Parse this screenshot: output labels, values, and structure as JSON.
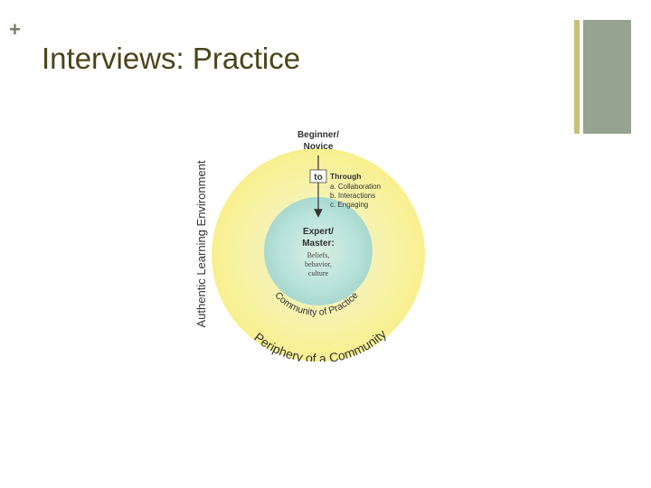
{
  "slide": {
    "plus_symbol": "+",
    "title": "Interviews: Practice"
  },
  "colors": {
    "title": "#4a4418",
    "accent_gold": "#c8c07a",
    "accent_gray": "#97a391",
    "outer_circle": "#f5f0a0",
    "inner_circle": "#a8dcd6"
  },
  "diagram": {
    "top_label_line1": "Beginner/",
    "top_label_line2": "Novice",
    "arrow_label": "to",
    "through_heading": "Through",
    "through_items": [
      "a.   Collaboration",
      "b.   Interactions",
      "c.   Engaging"
    ],
    "center_line1": "Expert/",
    "center_line2": "Master:",
    "center_sub1": "Beliefs,",
    "center_sub2": "behavior,",
    "center_sub3": "culture",
    "inner_arc_label": "Community of Practice",
    "outer_arc_label": "Periphery of a Community",
    "side_label": "Authentic Learning Environment"
  }
}
